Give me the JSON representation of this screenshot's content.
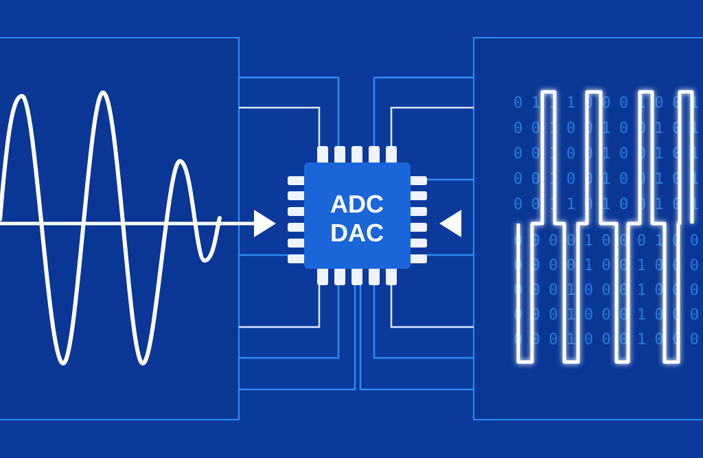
{
  "chip": {
    "line1": "ADC",
    "line2": "DAC"
  },
  "binary_rows_top": [
    "0 1 1 1 0 0 0 1 0 0 1",
    "0 0 1 0 0 1 0 0 1 0 1",
    "0 0 1 0 0 1 0 0 1 0 1",
    "0 0 1 0 0 1 0 0 1 0 1",
    "0 0 1 1 0 1 0 0 1 0 1"
  ],
  "binary_rows_bottom": [
    "0 0 0 0 1 0 0 0 1 0 0",
    "0 0 0 0 1 0 0 1 0 0 0",
    "0 0 0 1 0 0 0 1 0 0 0",
    "0 0 0 1 0 0 0 1 0 0 0",
    "0 0 0 1 0 0 0 1 0 0 0"
  ],
  "colors": {
    "background": "#0b3a9c",
    "panel_border": "#2e8cf0",
    "chip": "#1a66d8",
    "wave": "#ffffff"
  }
}
